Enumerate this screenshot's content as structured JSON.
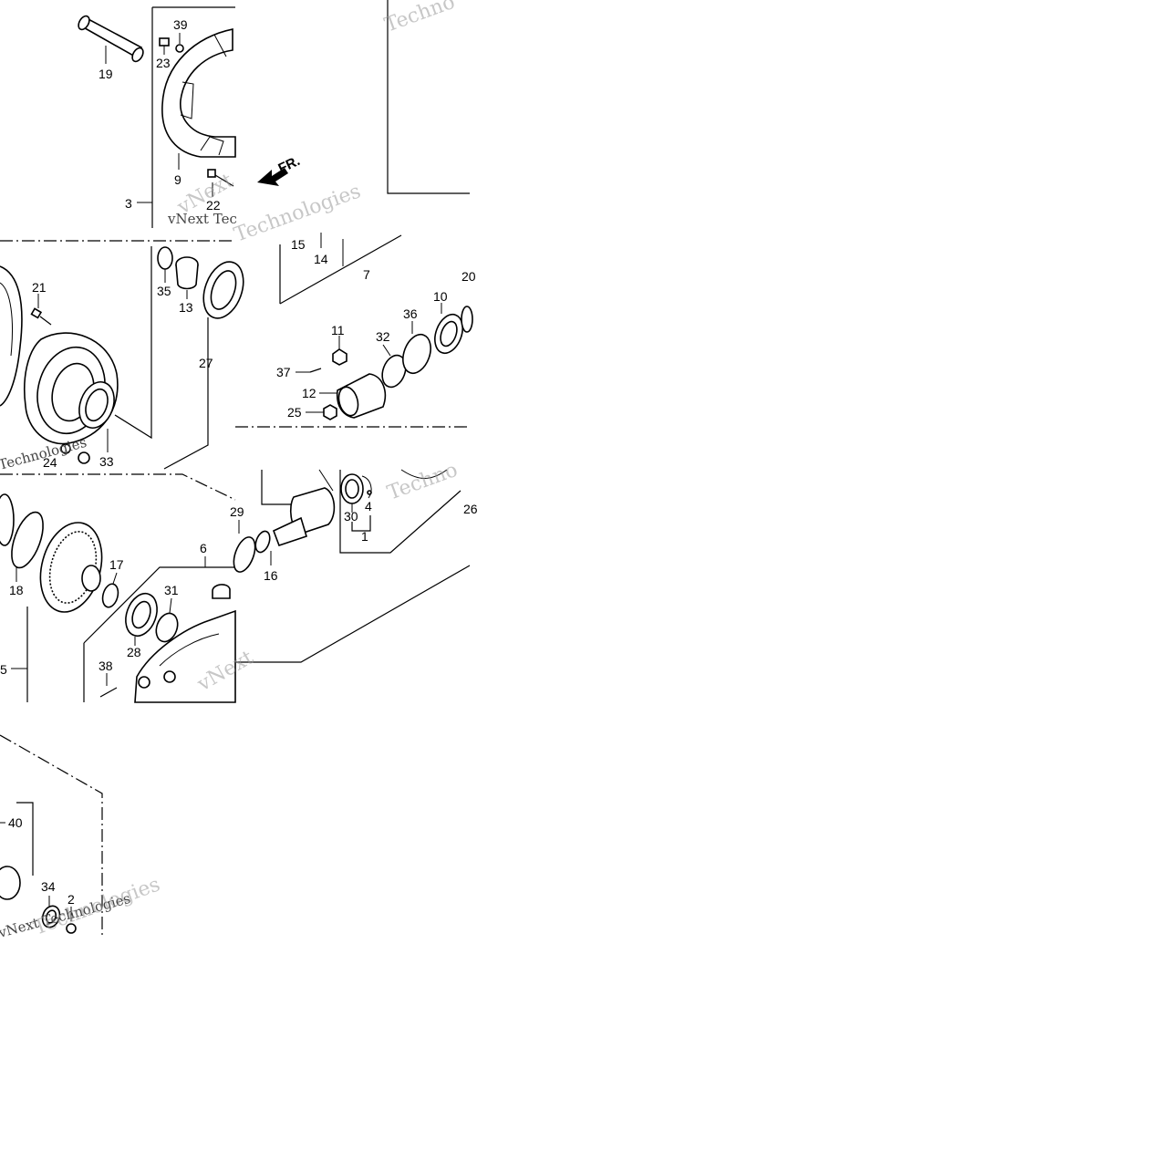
{
  "diagram": {
    "direction_label": "FR.",
    "watermarks": [
      "vNext Tec",
      "Technologies",
      "vNext",
      "Techno",
      "Technologies",
      "Techno",
      "vNext Technologies",
      "vNext",
      "Technologies"
    ],
    "callouts": [
      "19",
      "39",
      "23",
      "9",
      "22",
      "3",
      "15",
      "14",
      "7",
      "21",
      "35",
      "13",
      "27",
      "11",
      "37",
      "12",
      "25",
      "32",
      "36",
      "10",
      "33",
      "29",
      "18",
      "17",
      "6",
      "16",
      "30",
      "4",
      "1",
      "31",
      "28",
      "38",
      "5",
      "40",
      "34",
      "2",
      "20",
      "26",
      "24"
    ]
  }
}
